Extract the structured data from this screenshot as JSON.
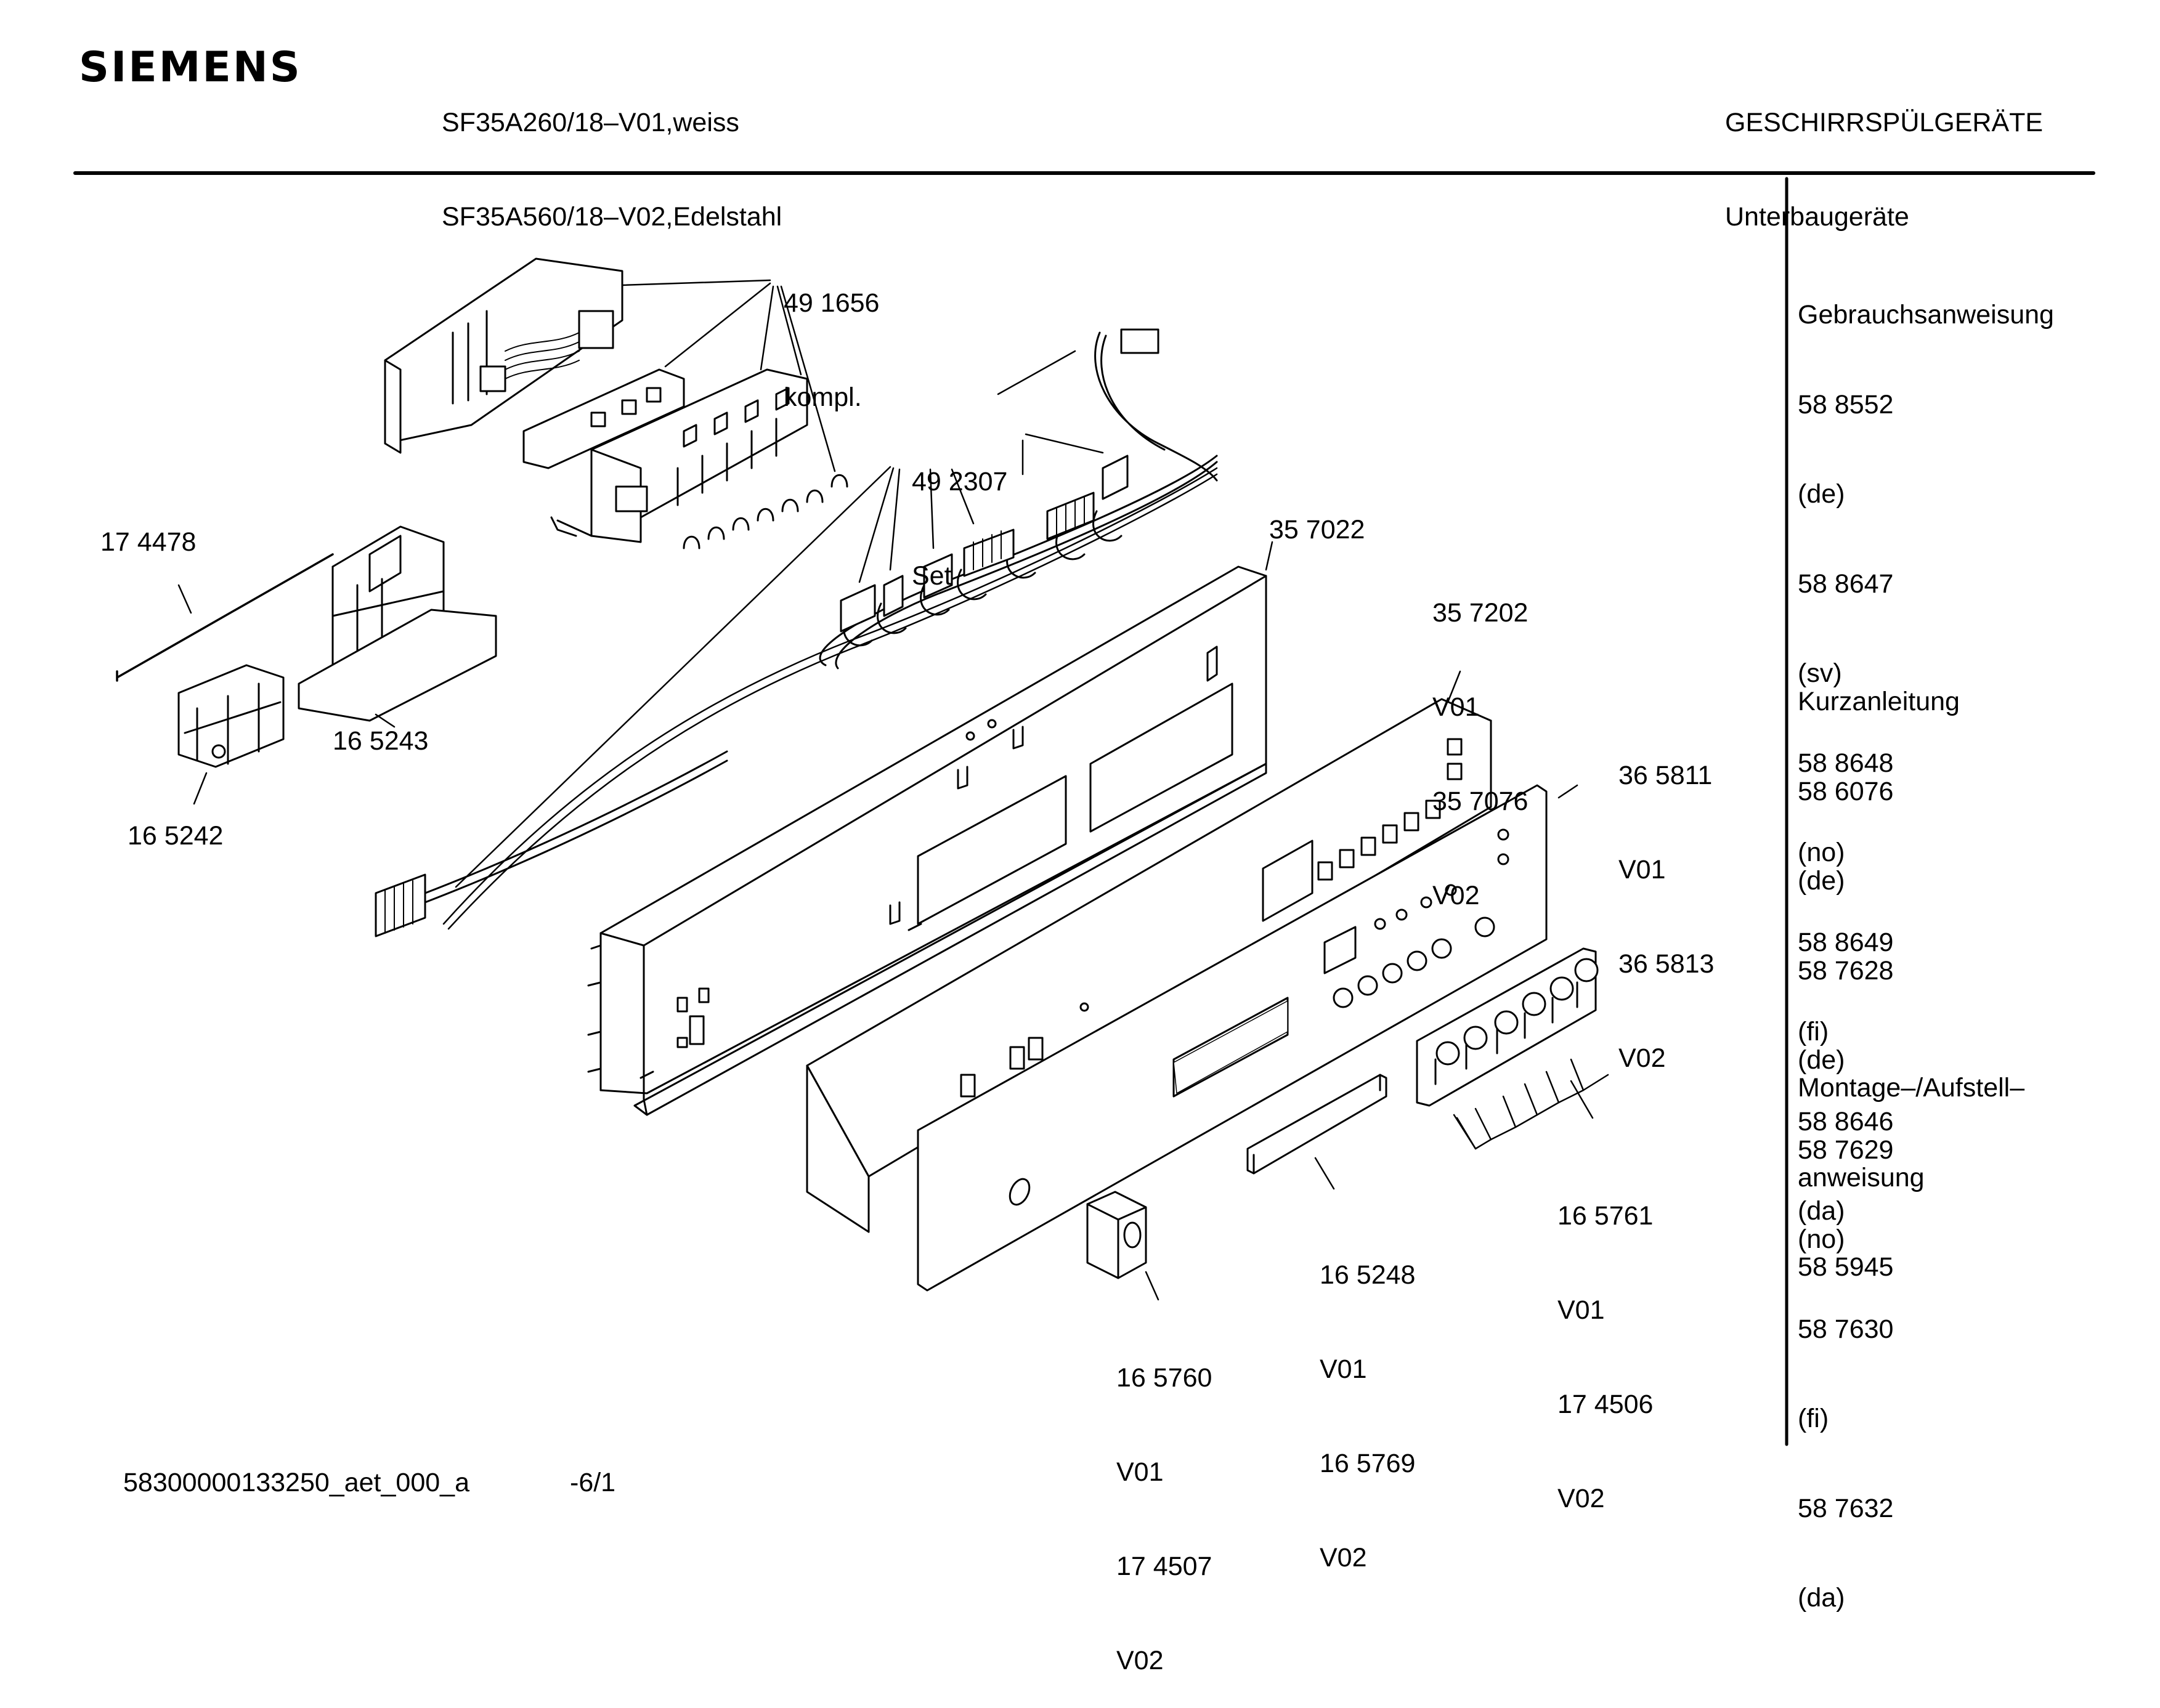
{
  "header": {
    "brand": "SIEMENS",
    "models": [
      "SF35A260/18–V01,weiss",
      "SF35A560/18–V02,Edelstahl"
    ],
    "category": [
      "GESCHIRRSPÜLGERÄTE",
      "Unterbaugeräte"
    ]
  },
  "labels": {
    "l491656": [
      "49 1656",
      "kompl."
    ],
    "l492307": [
      "49 2307",
      "Set"
    ],
    "l174478": [
      "17 4478"
    ],
    "l165243": [
      "16 5243"
    ],
    "l165242": [
      "16 5242"
    ],
    "l357022": [
      "35 7022"
    ],
    "l357202": [
      "35 7202",
      "V01",
      "35 7076",
      "V02"
    ],
    "l365811": [
      "36 5811",
      "V01",
      "36 5813",
      "V02"
    ],
    "l165761": [
      "16 5761",
      "V01",
      "17 4506",
      "V02"
    ],
    "l165248": [
      "16 5248",
      "V01",
      "16 5769",
      "V02"
    ],
    "l165760": [
      "16 5760",
      "V01",
      "17 4507",
      "V02"
    ]
  },
  "sidebar": {
    "manual": [
      "Gebrauchsanweisung",
      "58 8552",
      "(de)",
      "58 8647",
      "(sv)",
      "58 8648",
      "(no)",
      "58 8649",
      "(fi)",
      "58 8646",
      "(da)"
    ],
    "short": [
      "Kurzanleitung",
      "58 6076",
      "(de)",
      "58 7628",
      "(de)",
      "58 7629",
      "(no)",
      "58 7630",
      "(fi)",
      "58 7632",
      "(da)"
    ],
    "assembly": [
      "Montage–/Aufstell–",
      "anweisung",
      "58 5945"
    ]
  },
  "footer": {
    "doc_id": "58300000133250_aet_000_a",
    "page": "-6/1"
  }
}
